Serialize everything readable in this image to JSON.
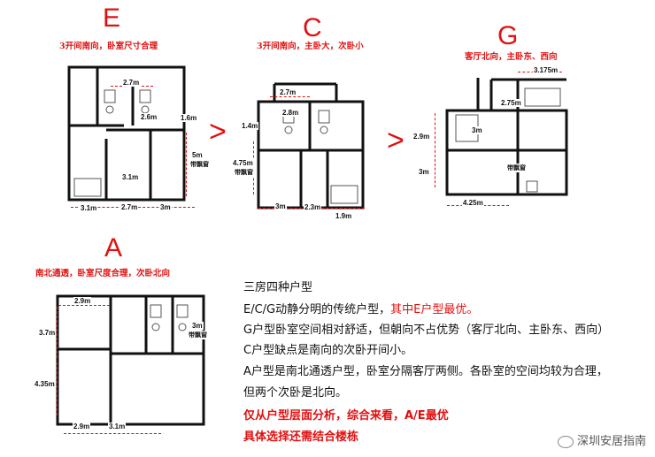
{
  "plans": {
    "E": {
      "letter": "E",
      "note": "3开间南向，卧室尺寸合理",
      "dims": [
        "2.7m",
        "2.6m",
        "1.6m",
        "3.1m",
        "5m",
        "3.1m",
        "2.7m",
        "3m"
      ],
      "label_window": "带飘窗"
    },
    "C": {
      "letter": "C",
      "note": "3开间南向，主卧大，次卧小",
      "dims": [
        "2.7m",
        "2.8m",
        "1.4m",
        "4.75m",
        "3m",
        "2.3m",
        "1.9m"
      ],
      "label_window": "带飘窗"
    },
    "G": {
      "letter": "G",
      "note": "客厅北向，主卧东、西向",
      "dims": [
        "3.175m",
        "2.75m",
        "2.9m",
        "3m",
        "3m",
        "4.25m"
      ],
      "label_window": "带飘窗"
    },
    "A": {
      "letter": "A",
      "note": "南北通透，卧室尺度合理，次卧北向",
      "dims": [
        "2.9m",
        "3.7m",
        "4.35m",
        "3m",
        "2.9m",
        "3.1m"
      ],
      "label_window": "带飘窗"
    }
  },
  "arrows": [
    ">",
    ">"
  ],
  "summary": {
    "title": "三房四种户型",
    "line1_a": "E/C/G动静分明的传统户型，",
    "line1_b": "其中E户型最优。",
    "line2": "G户型卧室空间相对舒适，但朝向不占优势（客厅北向、主卧东、西向）",
    "line3": "C户型缺点是南向的次卧开间小。",
    "line4": "A户型是南北通透户型，卧室分隔客厅两侧。各卧室的空间均较为合理，",
    "line5": "但两个次卧是北向。",
    "line6": "仅从户型层面分析，综合来看，A/E最优",
    "line7": "具体选择还需结合楼栋"
  },
  "watermark": "深圳安居指南",
  "colors": {
    "accent": "#e01010",
    "wall": "#111111"
  }
}
